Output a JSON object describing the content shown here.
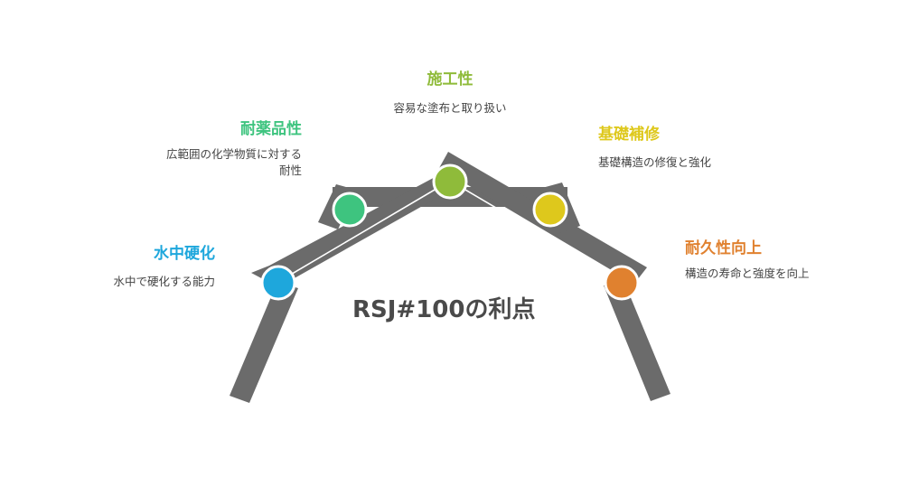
{
  "center_title": "RSJ#100の利点",
  "benefits": [
    {
      "title": "水中硬化",
      "description": "水中で硬化する能力",
      "color": "#1ea7dc"
    },
    {
      "title": "耐薬品性",
      "description": "広範囲の化学物質に対する耐性",
      "color": "#3ec47f"
    },
    {
      "title": "施工性",
      "description": "容易な塗布と取り扱い",
      "color": "#8fbb3a"
    },
    {
      "title": "基礎補修",
      "description": "基礎構造の修復と強化",
      "color": "#dec81c"
    },
    {
      "title": "耐久性向上",
      "description": "構造の寿命と強度を向上",
      "color": "#e0812f"
    }
  ],
  "structure_color": "#6b6b6b"
}
